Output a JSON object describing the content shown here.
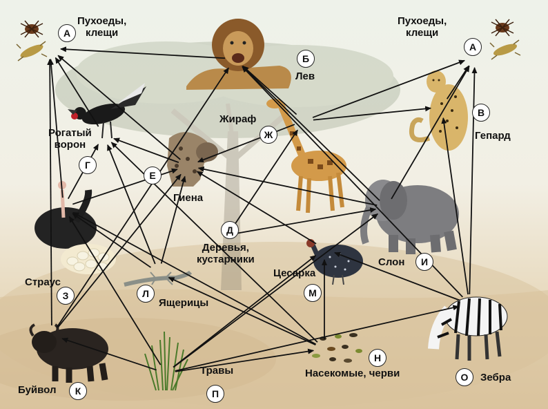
{
  "organisms": {
    "lice_left": {
      "name": "Пухоеды,\nклещи",
      "letter": "А"
    },
    "lice_right": {
      "name": "Пухоеды,\nклещи",
      "letter": "А"
    },
    "lion": {
      "name": "Лев",
      "letter": "Б"
    },
    "cheetah": {
      "name": "Гепард",
      "letter": "В"
    },
    "raven": {
      "name": "Рогатый\nворон",
      "letter": "Г"
    },
    "trees": {
      "name": "Деревья,\nкустарники",
      "letter": "Д"
    },
    "hyena": {
      "name": "Гиена",
      "letter": "Е"
    },
    "giraffe": {
      "name": "Жираф",
      "letter": "Ж"
    },
    "ostrich": {
      "name": "Страус",
      "letter": "З"
    },
    "elephant": {
      "name": "Слон",
      "letter": "И"
    },
    "buffalo": {
      "name": "Буйвол",
      "letter": "К"
    },
    "lizards": {
      "name": "Ящерицы",
      "letter": "Л"
    },
    "guineafowl": {
      "name": "Цесарка",
      "letter": "М"
    },
    "insects": {
      "name": "Насекомые, черви",
      "letter": "Н"
    },
    "zebra": {
      "name": "Зебра",
      "letter": "О"
    },
    "grass": {
      "name": "Травы",
      "letter": "П"
    }
  },
  "arrows": [
    [
      "lion",
      "lice_left"
    ],
    [
      "hyena",
      "lice_left"
    ],
    [
      "raven",
      "lice_left"
    ],
    [
      "ostrich",
      "lice_left"
    ],
    [
      "buffalo",
      "lice_left"
    ],
    [
      "giraffe",
      "lice_right"
    ],
    [
      "cheetah",
      "lice_right"
    ],
    [
      "elephant",
      "lice_right"
    ],
    [
      "zebra",
      "lice_right"
    ],
    [
      "buffalo",
      "lion"
    ],
    [
      "giraffe",
      "lion"
    ],
    [
      "elephant",
      "lion"
    ],
    [
      "zebra",
      "lion"
    ],
    [
      "giraffe",
      "cheetah"
    ],
    [
      "zebra",
      "cheetah"
    ],
    [
      "hyena",
      "raven"
    ],
    [
      "ostrich",
      "raven"
    ],
    [
      "lizards",
      "raven"
    ],
    [
      "insects",
      "raven"
    ],
    [
      "giraffe",
      "hyena"
    ],
    [
      "ostrich",
      "hyena"
    ],
    [
      "lizards",
      "hyena"
    ],
    [
      "buffalo",
      "hyena"
    ],
    [
      "elephant",
      "hyena"
    ],
    [
      "guineafowl",
      "hyena"
    ],
    [
      "trees",
      "giraffe"
    ],
    [
      "trees",
      "elephant"
    ],
    [
      "grass",
      "elephant"
    ],
    [
      "lizards",
      "ostrich"
    ],
    [
      "insects",
      "ostrich"
    ],
    [
      "grass",
      "ostrich"
    ],
    [
      "grass",
      "buffalo"
    ],
    [
      "grass",
      "zebra"
    ],
    [
      "grass",
      "guineafowl"
    ],
    [
      "insects",
      "guineafowl"
    ],
    [
      "grass",
      "insects"
    ],
    [
      "insects",
      "lizards"
    ],
    [
      "zebra",
      "guineafowl"
    ]
  ]
}
